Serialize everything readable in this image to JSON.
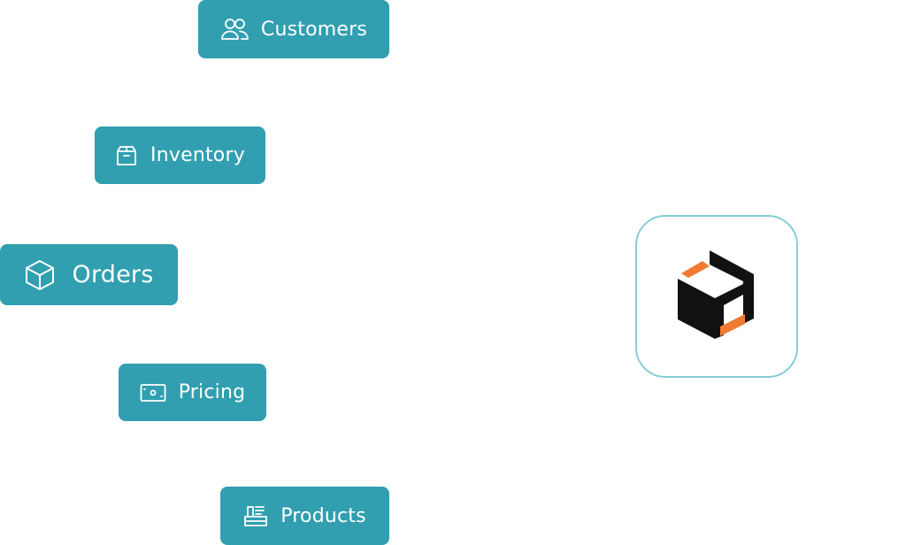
{
  "nodes": [
    {
      "label": "Customers",
      "icon": "users-icon"
    },
    {
      "label": "Inventory",
      "icon": "inventory-box-icon"
    },
    {
      "label": "Orders",
      "icon": "package-cube-icon"
    },
    {
      "label": "Pricing",
      "icon": "banknote-icon"
    },
    {
      "label": "Products",
      "icon": "products-icon"
    }
  ],
  "hub": {
    "icon": "cube-logo-icon"
  },
  "colors": {
    "pill_background": "#319fb0",
    "pill_text": "#ffffff",
    "hub_border": "#86cdd6",
    "logo_black": "#111111",
    "logo_orange": "#f07a30"
  }
}
